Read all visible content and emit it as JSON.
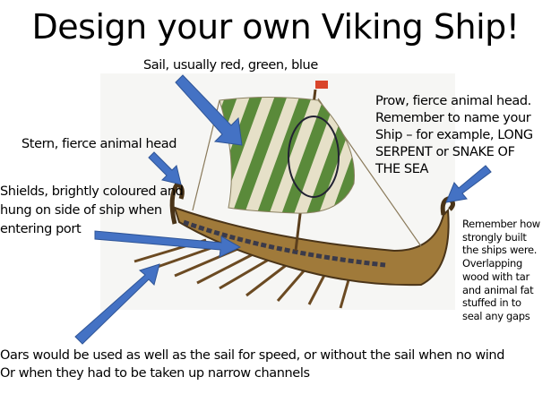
{
  "title": "Design your own Viking Ship!",
  "labels": {
    "sail": "Sail, usually red, green, blue",
    "stern": "Stern, fierce animal head",
    "prow": [
      "Prow, fierce animal head.",
      "Remember to name your",
      "Ship – for example, LONG",
      "SERPENT or SNAKE OF",
      "THE SEA"
    ],
    "shields": [
      "Shields, brightly coloured and",
      "hung on side of ship when",
      "entering port"
    ],
    "construction": [
      "Remember how",
      "strongly built",
      "the ships were.",
      "Overlapping",
      "wood with tar",
      "and animal fat",
      "stuffed in to",
      "seal any gaps"
    ],
    "oars": [
      "Oars would be used as well as the sail for speed, or without the sail when no wind",
      "Or when they had to be taken up narrow channels"
    ]
  },
  "colors": {
    "arrow": "#4472C4",
    "sail_green": "#5a8a3a",
    "sail_cream": "#e6e0c8",
    "hull": "#a07a3a"
  }
}
